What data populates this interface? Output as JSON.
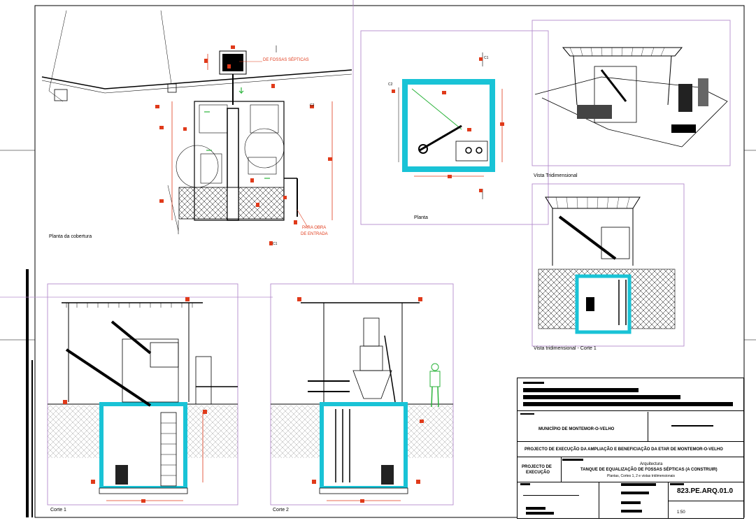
{
  "views": {
    "planta_cobertura": "Planta da cobertura",
    "planta": "Planta",
    "vista_tri": "Vista Tridimensional",
    "vista_tri_corte": "Vista tridimensional - Corte 1",
    "corte1": "Corte 1",
    "corte2": "Corte 2"
  },
  "annotations": {
    "de_fossas": "DE FOSSAS SÉPTICAS",
    "para_obra_1": "PARA OBRA",
    "para_obra_2": "DE ENTRADA",
    "c1": "C1",
    "c2": "C2"
  },
  "titleblock": {
    "municipio": "MUNICÍPIO DE MONTEMOR-O-VELHO",
    "projecto": "PROJECTO DE EXECUÇÃO DA AMPLIAÇÃO E BENEFICIAÇÃO DA ETAR DE MONTEMOR-O-VELHO",
    "fase_1": "PROJECTO DE",
    "fase_2": "EXECUÇÃO",
    "especialidade": "Arquitectura",
    "titulo": "TANQUE DE EQUALIZAÇÃO DE FOSSAS SÉPTICAS (A CONSTRUIR)",
    "subtitulo": "Plantas, Cortes 1, 2 e vistas tridimensionais",
    "numero": "823.PE.ARQ.01.0",
    "escala": "1:50"
  },
  "colors": {
    "accent": "#19c3d6",
    "red": "#e03a1a",
    "view_border": "#b48ccd",
    "green": "#2bb33b"
  }
}
